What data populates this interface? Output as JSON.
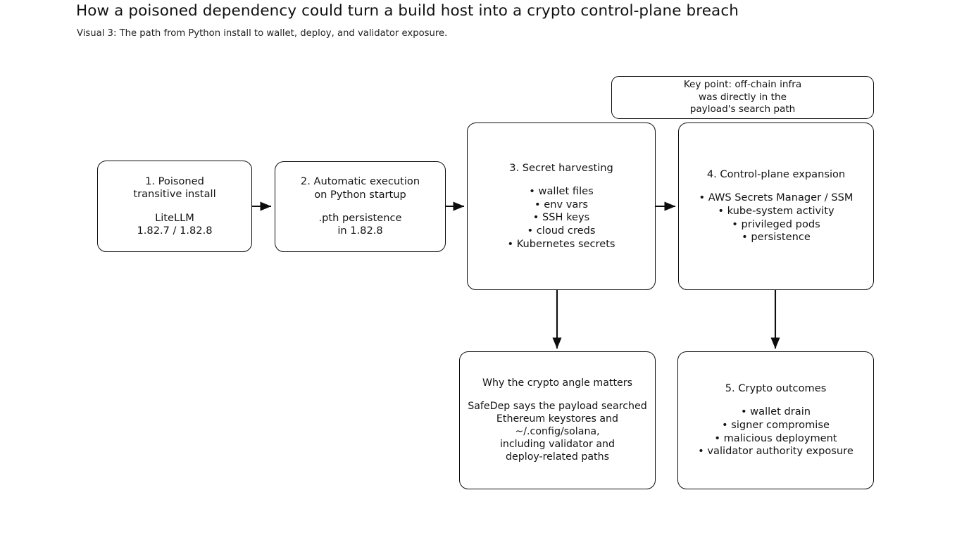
{
  "header": {
    "title": "How a poisoned dependency could turn a build host into a crypto control-plane breach",
    "subtitle": "Visual 3: The path from Python install to wallet, deploy, and validator exposure."
  },
  "theme": {
    "background": "#ffffff",
    "stroke": "#0d0d0d",
    "text": "#141414"
  },
  "diagram": {
    "type": "flowchart",
    "nodes": {
      "keypoint": {
        "id": "keypoint",
        "heading": "Key point: off-chain infra\nwas directly in the\npayload's search path",
        "body": ""
      },
      "step1": {
        "id": "step1",
        "heading": "1. Poisoned\ntransitive install",
        "body": "LiteLLM\n1.82.7 / 1.82.8"
      },
      "step2": {
        "id": "step2",
        "heading": "2. Automatic execution\non Python startup",
        "body": ".pth persistence\nin 1.82.8"
      },
      "step3": {
        "id": "step3",
        "heading": "3. Secret harvesting",
        "body": "• wallet files\n• env vars\n• SSH keys\n• cloud creds\n• Kubernetes secrets"
      },
      "step4": {
        "id": "step4",
        "heading": "4. Control-plane expansion",
        "body": "• AWS Secrets Manager / SSM\n• kube-system activity\n• privileged pods\n• persistence"
      },
      "why": {
        "id": "why",
        "heading": "Why the crypto angle matters",
        "body": "SafeDep says the payload searched\nEthereum keystores and\n~/.config/solana,\nincluding validator and\ndeploy-related paths"
      },
      "step5": {
        "id": "step5",
        "heading": "5. Crypto outcomes",
        "body": "• wallet drain\n• signer compromise\n• malicious deployment\n• validator authority exposure"
      }
    },
    "edges": [
      {
        "from": "step1",
        "to": "step2",
        "direction": "right"
      },
      {
        "from": "step2",
        "to": "step3",
        "direction": "right"
      },
      {
        "from": "step3",
        "to": "step4",
        "direction": "right"
      },
      {
        "from": "step3",
        "to": "why",
        "direction": "down"
      },
      {
        "from": "step4",
        "to": "step5",
        "direction": "down"
      }
    ]
  }
}
